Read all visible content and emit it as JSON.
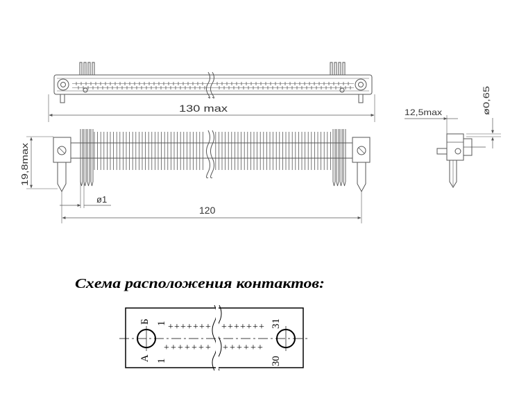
{
  "drawing": {
    "top_view": {
      "dim_length": "130 max"
    },
    "front_view": {
      "dim_height": "19,8max",
      "dim_pin": "ø1",
      "dim_length": "120"
    },
    "side_view": {
      "dim_offset": "12,5max",
      "dim_pin": "ø0,65"
    }
  },
  "contacts": {
    "caption": "Схема расположения контактов:",
    "row_a_label": "А",
    "row_b_label": "Б",
    "first_upper": "1",
    "first_lower": "1",
    "last_upper": "31",
    "last_lower": "30",
    "pin_mark": "+"
  },
  "colors": {
    "line": "#555555",
    "ink": "#000000",
    "paper": "#ffffff"
  }
}
